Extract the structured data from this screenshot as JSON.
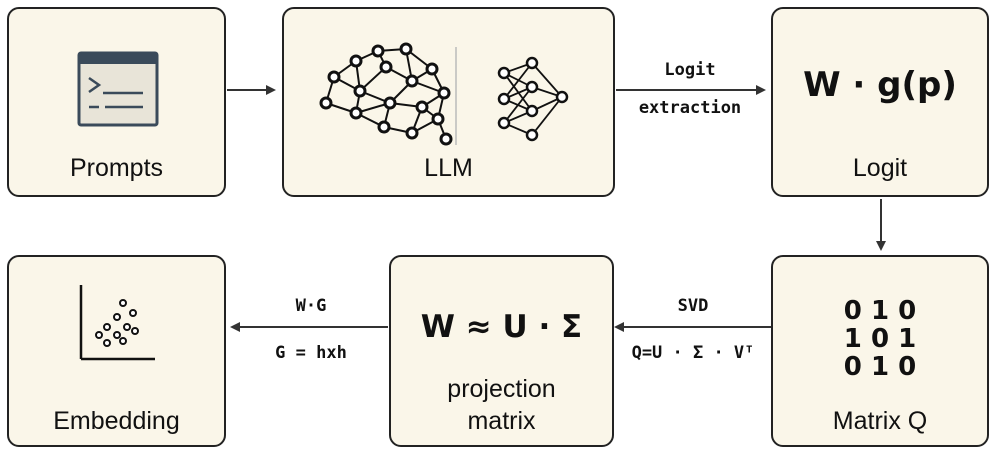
{
  "nodes": {
    "prompts": {
      "label": "Prompts",
      "icon": "terminal-window-icon"
    },
    "llm": {
      "label": "LLM",
      "icon": "neural-network-icon"
    },
    "logit": {
      "label": "Logit",
      "formula": "W · g(p)"
    },
    "matrix_q": {
      "label": "Matrix Q",
      "bits": [
        "0 1 0",
        "1 0 1",
        "0 1 0"
      ]
    },
    "projection": {
      "label_line1": "projection",
      "label_line2": "matrix",
      "formula": "W ≈ U · Σ"
    },
    "embedding": {
      "label": "Embedding",
      "icon": "scatter-plot-icon"
    }
  },
  "edges": {
    "llm_to_logit": {
      "line1": "Logit",
      "line2": "extraction"
    },
    "q_to_projection": {
      "line1": "SVD",
      "line2": "Q=U · Σ · Vᵀ"
    },
    "projection_to_embedding": {
      "line1": "W·G",
      "line2": "G = hxh"
    }
  },
  "colors": {
    "box_fill": "#faf6e9",
    "stroke": "#222222"
  }
}
